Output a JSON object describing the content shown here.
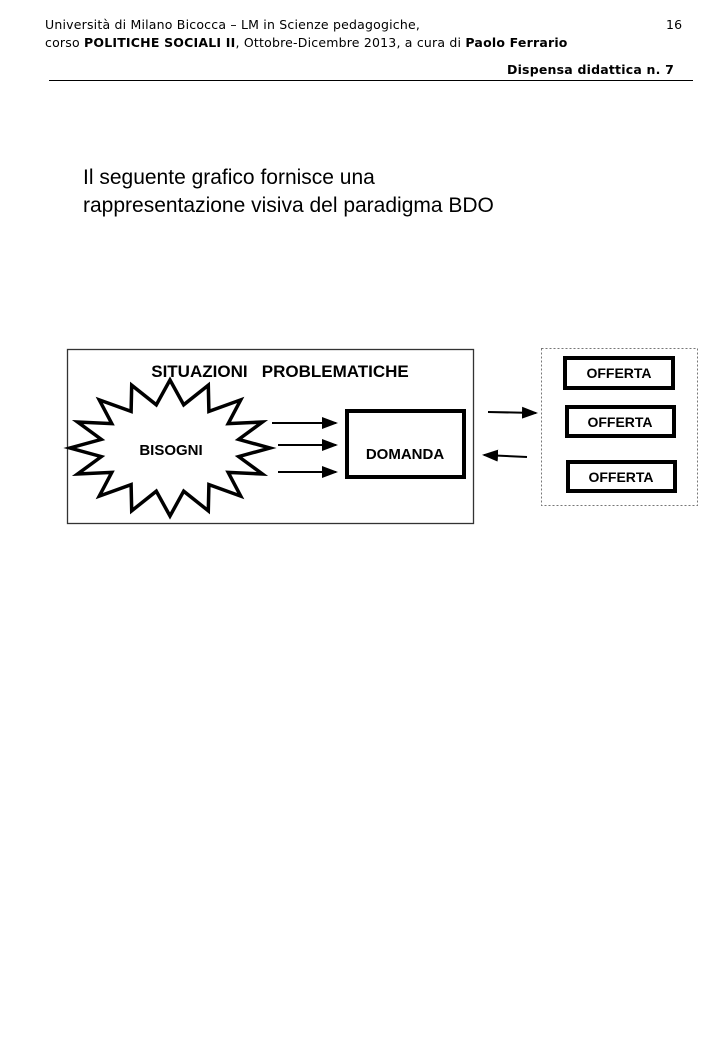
{
  "header": {
    "line1": "Università di Milano Bicocca – LM in Scienze pedagogiche,",
    "page_number": "16",
    "line2_prefix": "corso ",
    "course": "POLITICHE SOCIALI II",
    "line2_mid": ", Ottobre-Dicembre 2013,  a cura di ",
    "author": "Paolo Ferrario",
    "dispensa": "Dispensa didattica n. 7"
  },
  "intro": {
    "line1": "Il seguente grafico fornisce una",
    "line2": "rappresentazione visiva del paradigma BDO"
  },
  "diagram": {
    "title": "SITUAZIONI   PROBLEMATICHE",
    "bisogni": "BISOGNI",
    "domanda": "DOMANDA",
    "offerte": [
      "OFFERTA",
      "OFFERTA",
      "OFFERTA"
    ]
  }
}
